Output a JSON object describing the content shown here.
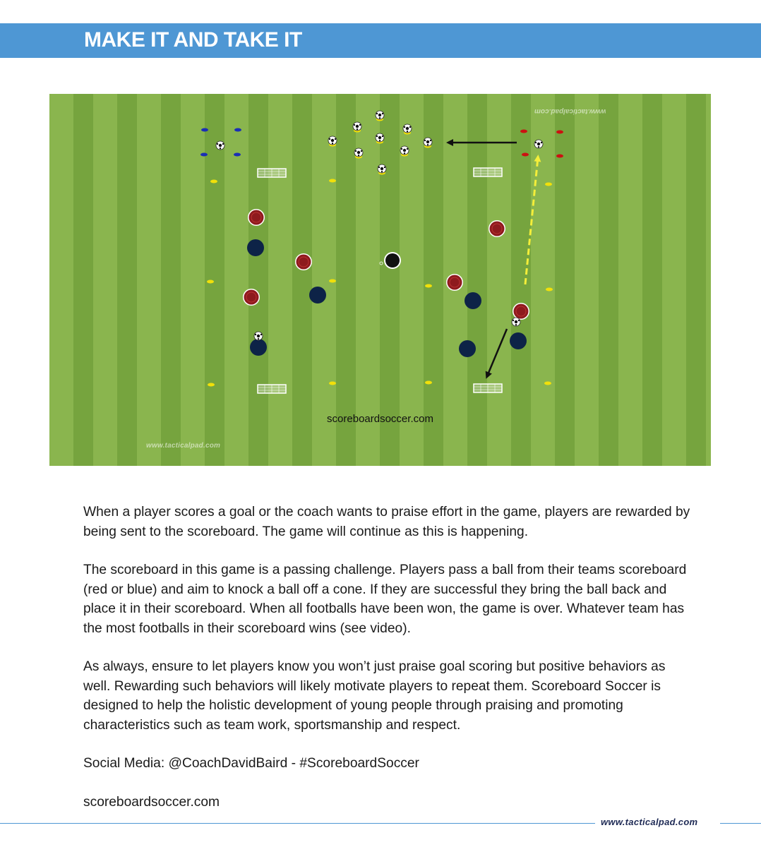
{
  "header": {
    "title": "MAKE IT AND TAKE IT"
  },
  "pitch": {
    "caption": "scoreboardsoccer.com",
    "watermark_bottom": "www.tacticalpad.com",
    "watermark_top": "www.tacticalpad.com",
    "colors": {
      "red_player": "#8e1a1e",
      "blue_player": "#0d2347",
      "cone_yellow": "#f1e00a",
      "cone_red": "#cc1111",
      "cone_blue": "#1a2fb5",
      "pass_arrow": "#f4ee3a",
      "run_arrow": "#111111"
    }
  },
  "body": {
    "paragraph_1": "When a player scores a goal or the coach wants to praise effort in the game, players are rewarded by being sent to the scoreboard. The game will continue as this is happening.",
    "paragraph_2": "The scoreboard in this game is a passing challenge. Players pass a ball from their teams scoreboard (red or blue) and aim to knock a ball off a cone. If they are successful they bring the ball back and place it in their scoreboard. When all footballs have been won, the game is over. Whatever team has the most footballs in their scoreboard wins (see video).",
    "paragraph_3": "As always, ensure to let players know you won’t just praise goal scoring but positive behaviors as well. Rewarding such behaviors will likely motivate players to repeat them. Scoreboard Soccer is designed to help the holistic development of young people through praising and promoting characteristics such as team work, sportsmanship and respect.",
    "social": "Social Media: @CoachDavidBaird - #ScoreboardSoccer",
    "website": "scoreboardsoccer.com"
  },
  "footer": {
    "brand": "www.tacticalpad.com"
  }
}
